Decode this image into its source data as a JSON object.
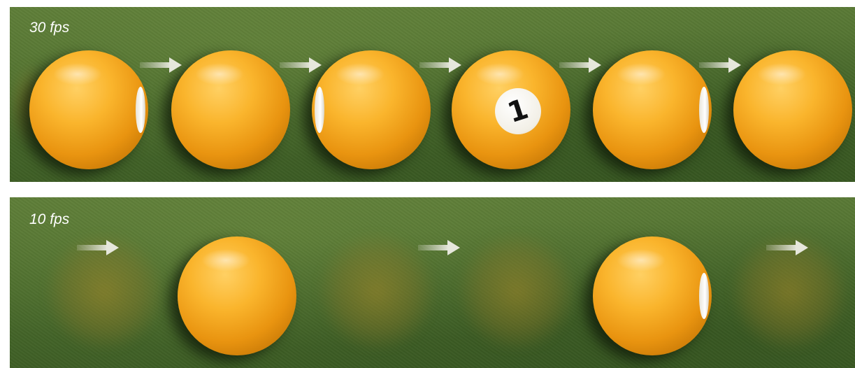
{
  "panels": [
    {
      "label": "30 fps",
      "balls": [
        {
          "type": "stripe-edge"
        },
        {
          "type": "solid"
        },
        {
          "type": "solid-left-edge"
        },
        {
          "type": "numbered",
          "number": "1"
        },
        {
          "type": "stripe-edge"
        },
        {
          "type": "solid"
        }
      ],
      "arrow_count": 5
    },
    {
      "label": "10 fps",
      "balls": [
        {
          "type": "solid"
        },
        {
          "type": "stripe-edge"
        }
      ],
      "arrow_count": 3,
      "motion_blur_frames": 4
    }
  ],
  "colors": {
    "felt": "#4a6b2c",
    "ball": "#f2a31c",
    "arrow": "#d7d8cc",
    "label": "#ffffff"
  },
  "icons": [
    "right-arrow-icon"
  ]
}
